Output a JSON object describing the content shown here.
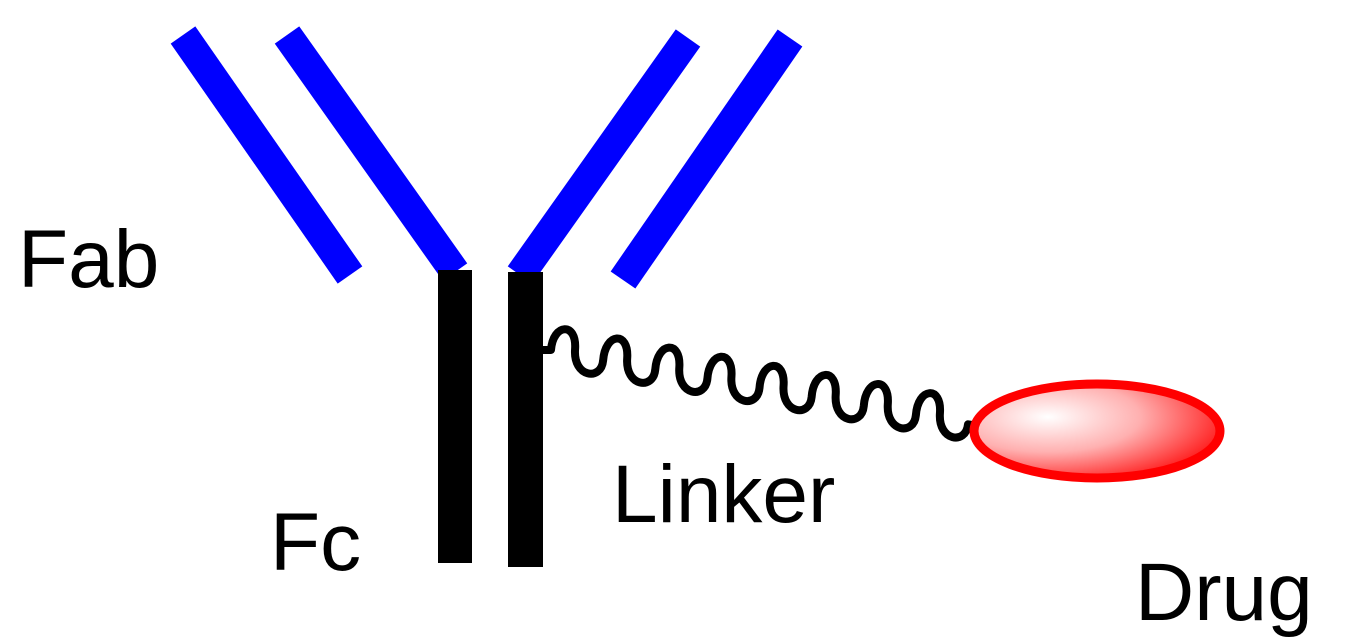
{
  "labels": {
    "fab": "Fab",
    "fc": "Fc",
    "linker": "Linker",
    "drug": "Drug"
  },
  "colors": {
    "fab_chain": "#0000ff",
    "fc_chain": "#000000",
    "linker": "#000000",
    "drug_outline": "#ff0000",
    "drug_highlight": "#ffffff"
  }
}
